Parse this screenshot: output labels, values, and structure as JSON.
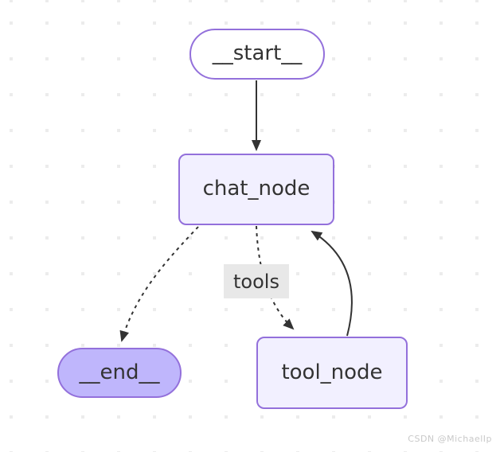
{
  "diagram": {
    "type": "state-graph",
    "nodes": {
      "start": {
        "label": "__start__",
        "shape": "stadium",
        "fill": "#ffffff",
        "stroke": "#9370db"
      },
      "chat": {
        "label": "chat_node",
        "shape": "rounded-rect",
        "fill": "#f2f0ff",
        "stroke": "#9370db"
      },
      "end": {
        "label": "__end__",
        "shape": "stadium",
        "fill": "#bfb6fc",
        "stroke": "#9370db"
      },
      "tool": {
        "label": "tool_node",
        "shape": "rounded-rect",
        "fill": "#f2f0ff",
        "stroke": "#9370db"
      }
    },
    "edges": [
      {
        "from": "__start__",
        "to": "chat_node",
        "style": "solid"
      },
      {
        "from": "chat_node",
        "to": "__end__",
        "style": "dashed"
      },
      {
        "from": "chat_node",
        "to": "tool_node",
        "style": "dashed",
        "label": "tools"
      },
      {
        "from": "tool_node",
        "to": "chat_node",
        "style": "solid"
      }
    ],
    "edge_label": {
      "text": "tools",
      "background": "#e8e8e8"
    }
  },
  "colors": {
    "node_border": "#9370db",
    "node_fill_default": "#f2f0ff",
    "node_fill_end": "#bfb6fc",
    "edge": "#333333",
    "text": "#333333",
    "edge_label_bg": "#e8e8e8",
    "dot_grid": "#ececec",
    "background": "#ffffff"
  },
  "watermark": {
    "text": "CSDN @MichaelIp"
  }
}
